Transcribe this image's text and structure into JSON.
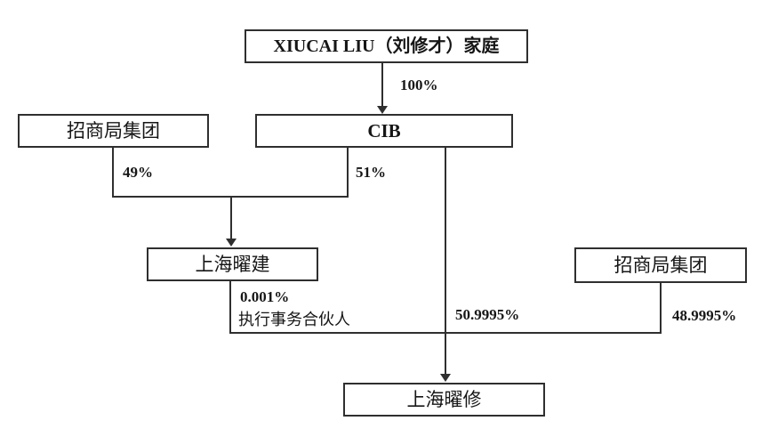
{
  "diagram": {
    "title": "equity-ownership-structure",
    "colors": {
      "background": "#ffffff",
      "line": "#2f2f2f",
      "text": "#161616",
      "box_fill": "#ffffff"
    },
    "nodes": {
      "family": {
        "label": "XIUCAI LIU（刘修才）家庭"
      },
      "cib": {
        "label": "CIB"
      },
      "cmg_left": {
        "label": "招商局集团"
      },
      "yaojian": {
        "label": "上海曜建"
      },
      "cmg_right": {
        "label": "招商局集团"
      },
      "yaoxiu": {
        "label": "上海曜修"
      }
    },
    "edges": {
      "family_to_cib": {
        "label": "100%"
      },
      "cmg_left_to_yaojian": {
        "label": "49%"
      },
      "cib_to_yaojian": {
        "label": "51%"
      },
      "yaojian_to_yaoxiu": {
        "label": "0.001%",
        "sublabel": "执行事务合伙人"
      },
      "cib_to_yaoxiu": {
        "label": "50.9995%"
      },
      "cmg_right_to_yaoxiu": {
        "label": "48.9995%"
      }
    }
  }
}
